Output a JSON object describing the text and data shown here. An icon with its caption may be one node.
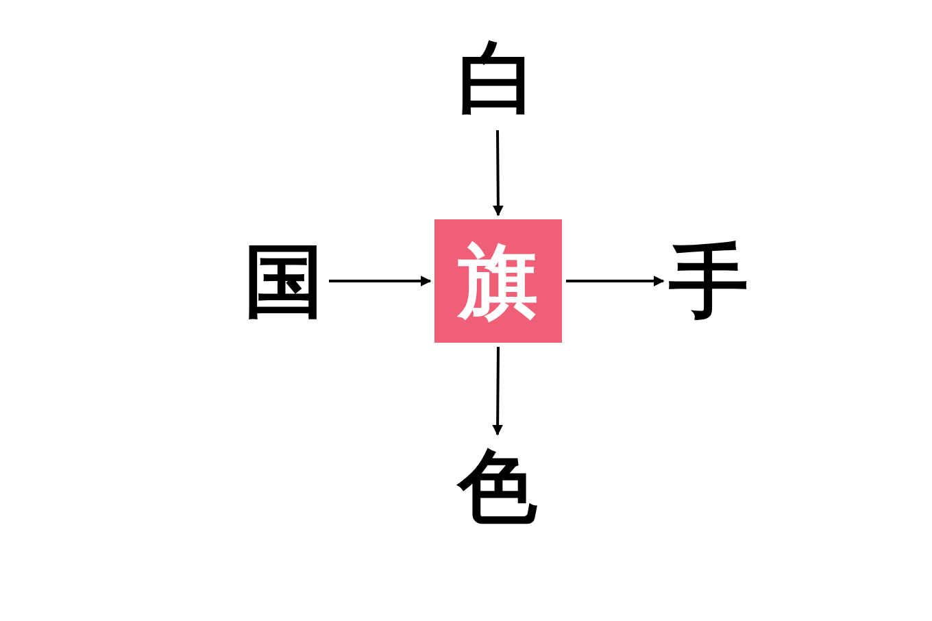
{
  "diagram": {
    "nodes": [
      {
        "text": [
          "白"
        ]
      },
      {
        "text": [
          "国"
        ]
      },
      {
        "text": [
          "旗"
        ]
      },
      {
        "text": [
          "手"
        ]
      },
      {
        "text": [
          "色"
        ]
      }
    ],
    "edges": [
      {
        "from": 0,
        "to": 2,
        "arrow": "to"
      },
      {
        "from": 1,
        "to": 2,
        "arrow": "to"
      },
      {
        "from": 2,
        "to": 3,
        "arrow": "to"
      },
      {
        "from": 2,
        "to": 4,
        "arrow": "to"
      }
    ]
  }
}
